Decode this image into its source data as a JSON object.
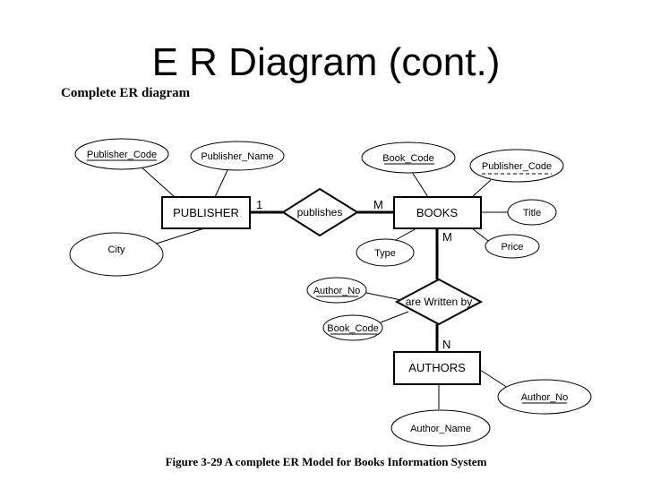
{
  "title": "E R Diagram (cont.)",
  "subtitle": "Complete ER diagram",
  "caption": "Figure 3-29 A complete ER Model for Books Information System",
  "entities": {
    "publisher": "PUBLISHER",
    "books": "BOOKS",
    "authors": "AUTHORS"
  },
  "relationships": {
    "publishes": "publishes",
    "written_by": "are Written by"
  },
  "attributes": {
    "publisher_code": "Publisher_Code",
    "publisher_name": "Publisher_Name",
    "city": "City",
    "book_code": "Book_Code",
    "books_publisher_code": "Publisher_Code",
    "title": "Title",
    "price": "Price",
    "type": "Type",
    "rel_author_no": "Author_No",
    "rel_book_code": "Book_Code",
    "author_no": "Author_No",
    "author_name": "Author_Name"
  },
  "cardinalities": {
    "publisher_side": "1",
    "books_side_publishes": "M",
    "books_side_written": "M",
    "authors_side": "N"
  }
}
